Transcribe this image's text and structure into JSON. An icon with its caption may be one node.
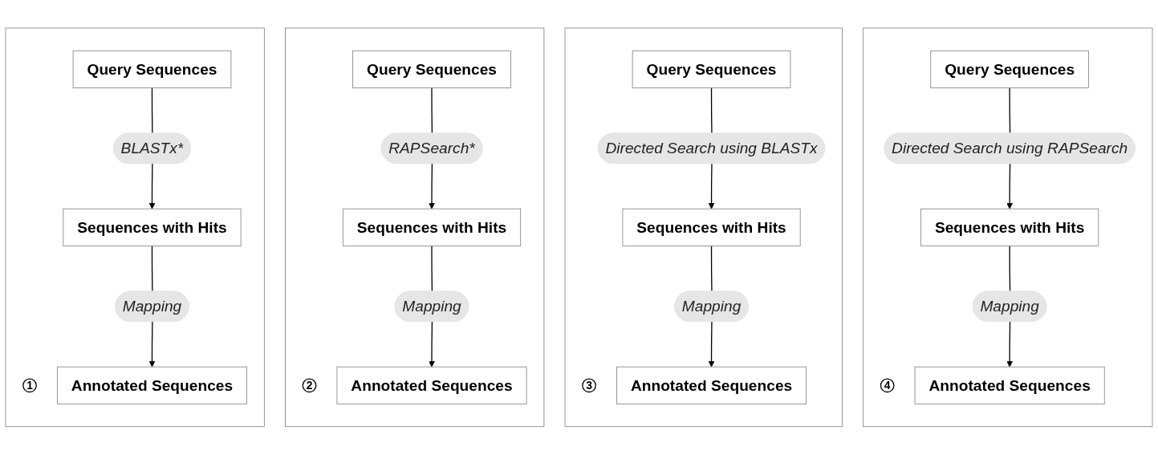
{
  "diagram": {
    "nodes": [
      {
        "text": [],
        "shape": "box"
      },
      {
        "text": [
          "1"
        ],
        "in": 0
      },
      {
        "text": [
          "Query Sequences"
        ],
        "in": 0
      },
      {
        "text": [
          "BLASTx*"
        ],
        "in": 0
      },
      {
        "text": [
          "Sequences with Hits"
        ],
        "in": 0
      },
      {
        "text": [
          "Mapping"
        ],
        "in": 0
      },
      {
        "text": [
          "Annotated Sequences"
        ],
        "in": 0
      },
      {
        "text": [],
        "shape": "box"
      },
      {
        "text": [
          "2"
        ],
        "in": 7
      },
      {
        "text": [
          "Query Sequences"
        ],
        "in": 7
      },
      {
        "text": [
          "RAPSearch*"
        ],
        "in": 7
      },
      {
        "text": [
          "Sequences with Hits"
        ],
        "in": 7
      },
      {
        "text": [
          "Mapping"
        ],
        "in": 7
      },
      {
        "text": [
          "Annotated Sequences"
        ],
        "in": 7
      },
      {
        "text": [],
        "shape": "box"
      },
      {
        "text": [
          "3"
        ],
        "in": 14
      },
      {
        "text": [
          "Query Sequences"
        ],
        "in": 14
      },
      {
        "text": [
          "Directed Search using BLASTx"
        ],
        "in": 14
      },
      {
        "text": [
          "Sequences with Hits"
        ],
        "in": 14
      },
      {
        "text": [
          "Mapping"
        ],
        "in": 14
      },
      {
        "text": [
          "Annotated Sequences"
        ],
        "in": 14
      },
      {
        "text": [],
        "shape": "box"
      },
      {
        "text": [
          "4"
        ],
        "in": 21
      },
      {
        "text": [
          "Query Sequences"
        ],
        "in": 21
      },
      {
        "text": [
          "Directed Search using RAPSearch"
        ],
        "in": 21
      },
      {
        "text": [
          "Sequences with Hits"
        ],
        "in": 21
      },
      {
        "text": [
          "Mapping"
        ],
        "in": 21
      },
      {
        "text": [
          "Annotated Sequences"
        ],
        "in": 21
      }
    ],
    "edges": [
      {
        "from": 2,
        "to": 3,
        "arrow": "none"
      },
      {
        "from": 3,
        "to": 4,
        "arrow": "to"
      },
      {
        "from": 4,
        "to": 5,
        "arrow": "none"
      },
      {
        "from": 5,
        "to": 6,
        "arrow": "to"
      },
      {
        "from": 9,
        "to": 10,
        "arrow": "none"
      },
      {
        "from": 10,
        "to": 11,
        "arrow": "to"
      },
      {
        "from": 11,
        "to": 12,
        "arrow": "none"
      },
      {
        "from": 12,
        "to": 13,
        "arrow": "to"
      },
      {
        "from": 16,
        "to": 17,
        "arrow": "none"
      },
      {
        "from": 17,
        "to": 18,
        "arrow": "to"
      },
      {
        "from": 18,
        "to": 19,
        "arrow": "none"
      },
      {
        "from": 19,
        "to": 20,
        "arrow": "to"
      },
      {
        "from": 23,
        "to": 24,
        "arrow": "none"
      },
      {
        "from": 24,
        "to": 25,
        "arrow": "to"
      },
      {
        "from": 25,
        "to": 26,
        "arrow": "none"
      },
      {
        "from": 26,
        "to": 27,
        "arrow": "to"
      }
    ]
  }
}
